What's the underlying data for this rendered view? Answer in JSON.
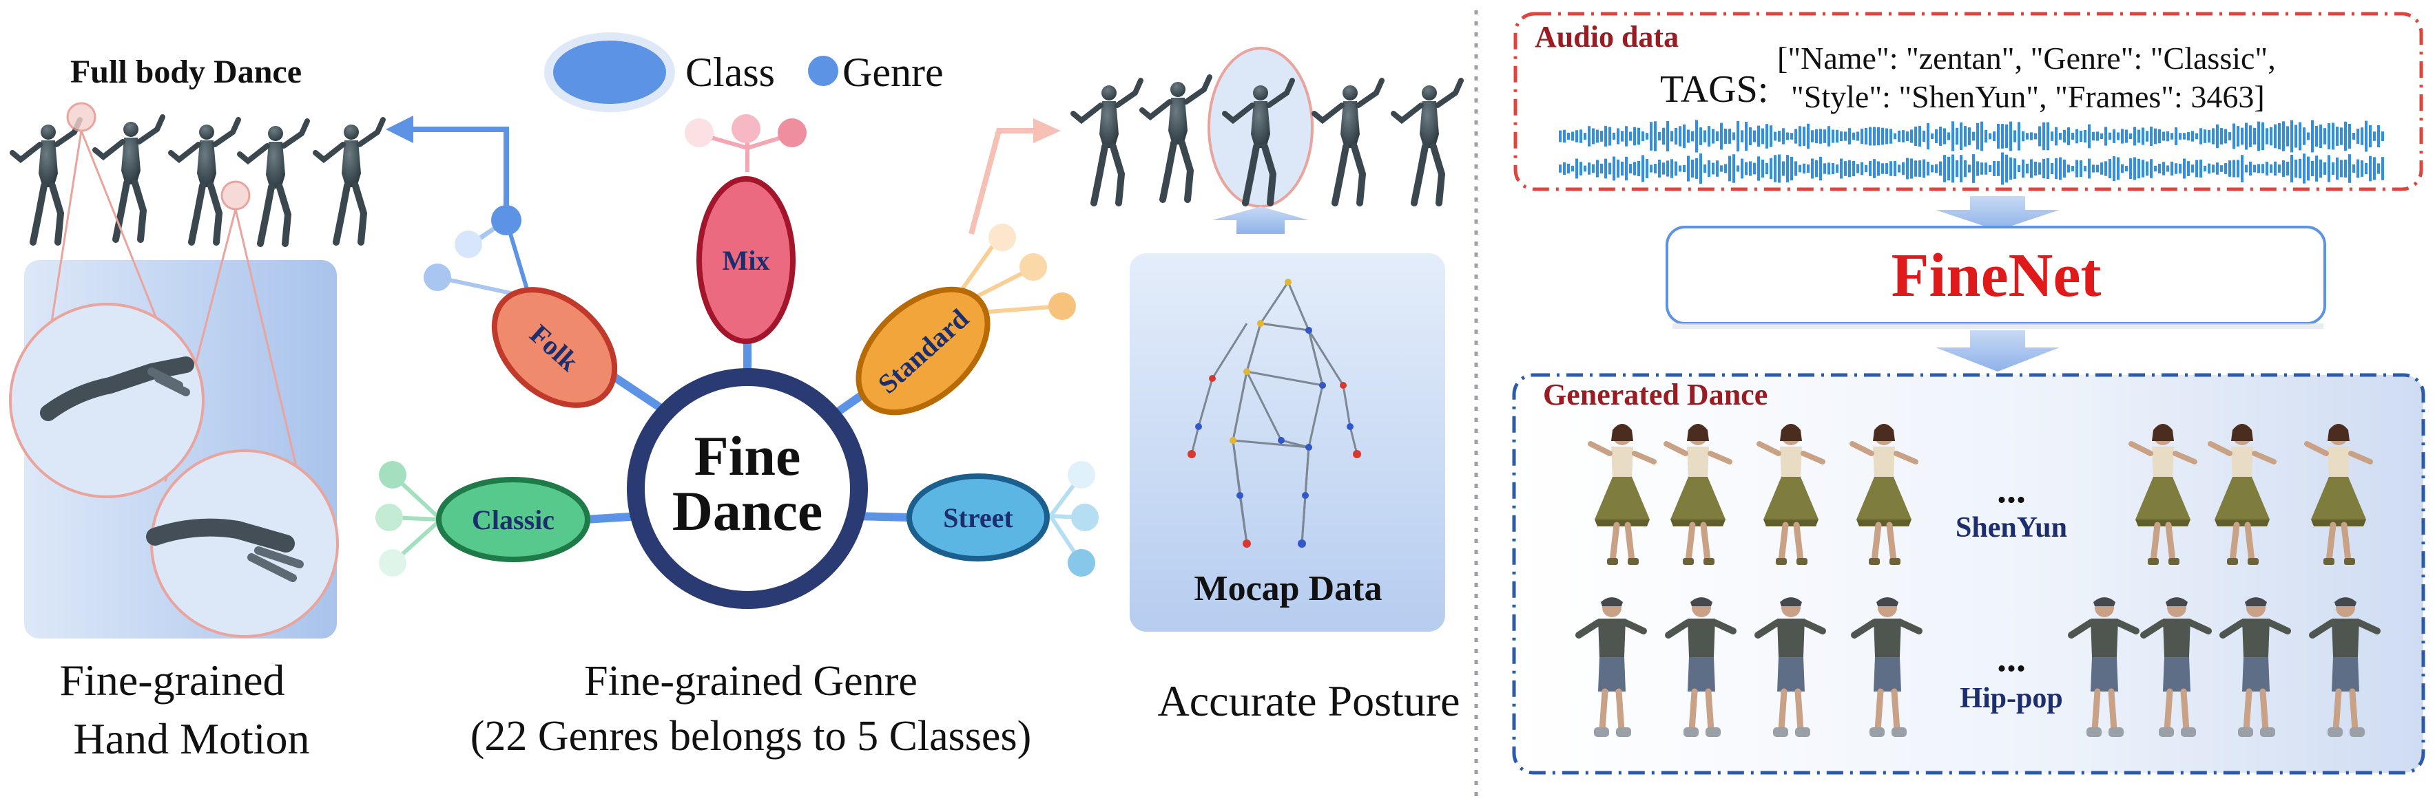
{
  "left_panel": {
    "title": "Full body Dance",
    "caption_line1": "Fine-grained",
    "caption_line2": "Hand Motion"
  },
  "center_panel": {
    "legend": {
      "class_label": "Class",
      "genre_label": "Genre"
    },
    "hub_line1": "Fine",
    "hub_line2": "Dance",
    "classes": [
      {
        "label": "Folk",
        "color": "#f08a6c",
        "stroke": "#c0392b"
      },
      {
        "label": "Mix",
        "color": "#ec6a80",
        "stroke": "#a3152b"
      },
      {
        "label": "Standard",
        "color": "#f2a53a",
        "stroke": "#b86a05"
      },
      {
        "label": "Classic",
        "color": "#57c98d",
        "stroke": "#1e7a47"
      },
      {
        "label": "Street",
        "color": "#5bb6e4",
        "stroke": "#1b5f8f"
      }
    ],
    "caption_line1": "Fine-grained Genre",
    "caption_line2": "(22 Genres belongs to 5 Classes)"
  },
  "posture_panel": {
    "box_label": "Mocap Data",
    "caption": "Accurate Posture"
  },
  "right_panel": {
    "audio_label": "Audio data",
    "tags_label": "TAGS:",
    "tags_line1": "[\"Name\": \"zentan\", \"Genre\": \"Classic\",",
    "tags_line2": "\"Style\": \"ShenYun\", \"Frames\": 3463]",
    "model_name": "FineNet",
    "generated_label": "Generated Dance",
    "rows": [
      {
        "ellipsis": "...",
        "style": "ShenYun"
      },
      {
        "ellipsis": "...",
        "style": "Hip-pop"
      }
    ]
  },
  "colors": {
    "hub_ring": "#2a3a73",
    "connector": "#4a8ae0",
    "audio_border": "#e0453d",
    "generated_border": "#2b5aa8",
    "finenet_text": "#e01a1a",
    "waveform": "#2f8ee8",
    "dark_red_label": "#9b1b22",
    "navy_label": "#1c2e6e"
  }
}
